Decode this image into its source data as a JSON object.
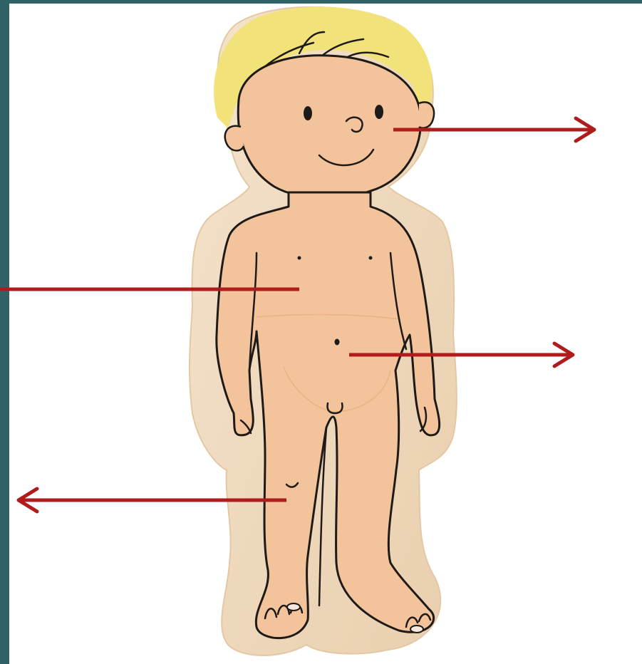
{
  "colors": {
    "frame": "#2f6266",
    "board_wood": "#efd9bf",
    "board_grain": "#e4c8a6",
    "skin": "#f3c49b",
    "skin_shade": "#e8b286",
    "hair": "#f2e27a",
    "outline": "#1e1a17",
    "arrow": "#b01c1c"
  },
  "illustration": {
    "subject": "wooden-body-puzzle-boy",
    "arrows": [
      {
        "name": "head-arrow",
        "direction": "right"
      },
      {
        "name": "chest-arrow",
        "direction": "left"
      },
      {
        "name": "belly-arrow",
        "direction": "right"
      },
      {
        "name": "leg-arrow",
        "direction": "left"
      }
    ]
  }
}
